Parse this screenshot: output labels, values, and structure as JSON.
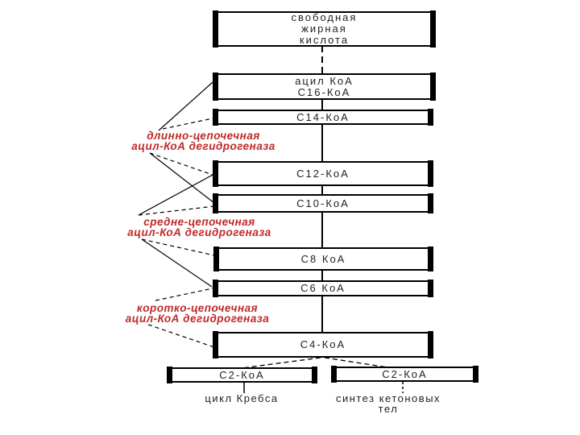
{
  "diagram": {
    "boxes": [
      {
        "id": "free-fatty-acid",
        "text": "свободная\nжирная\nкислота"
      },
      {
        "id": "acyl-coa-c16",
        "text": "ацил КоА\nC16-КоА"
      },
      {
        "id": "c14",
        "text": "C14-КоА"
      },
      {
        "id": "c12",
        "text": "C12-КоА"
      },
      {
        "id": "c10",
        "text": "C10-КоА"
      },
      {
        "id": "c8",
        "text": "C8 КоА"
      },
      {
        "id": "c6",
        "text": "C6 КоА"
      },
      {
        "id": "c4",
        "text": "C4-КоА"
      },
      {
        "id": "c2-left",
        "text": "C2-КоА"
      },
      {
        "id": "c2-right",
        "text": "C2-КоА"
      }
    ],
    "enzyme_labels": [
      {
        "id": "long-chain",
        "text": "длинно-цепочечная\nацил-КоА дегидрогеназа"
      },
      {
        "id": "medium-chain",
        "text": "средне-цепочечная\nацил-КоА дегидрогеназа"
      },
      {
        "id": "short-chain",
        "text": "коротко-цепочечная\nацил-КоА дегидрогеназа"
      }
    ],
    "fate_labels": [
      {
        "id": "krebs-cycle",
        "text": "цикл Кребса"
      },
      {
        "id": "ketone-body-synthesis",
        "text": "синтез кетоновых\nтел"
      }
    ]
  },
  "colors": {
    "enzyme": "#c02828",
    "box_text": "#1f1f1f",
    "line": "#000000"
  }
}
